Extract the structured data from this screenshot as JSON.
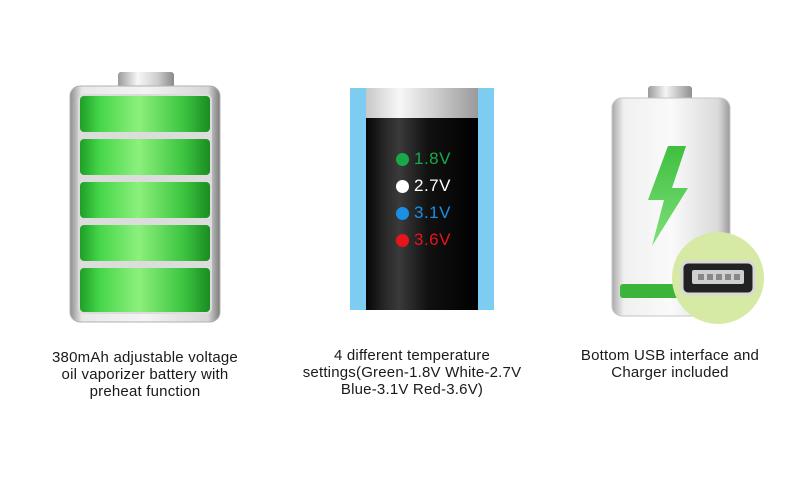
{
  "colors": {
    "green": "#1aa84b",
    "white": "#ffffff",
    "blue": "#1b8fe3",
    "red": "#e8141b",
    "battery_green": "#34c93b",
    "sky": "#7ccdf1"
  },
  "icons": {
    "left": "battery-full-icon",
    "right": "battery-charging-usb-icon",
    "usb": "micro-usb-port-icon",
    "bolt": "lightning-bolt-icon"
  },
  "panels": [
    {
      "caption": [
        "380mAh adjustable voltage",
        "oil vaporizer battery with",
        "preheat function"
      ]
    },
    {
      "caption": [
        "4 different temperature",
        "settings(Green-1.8V White-2.7V",
        "Blue-3.1V Red-3.6V)"
      ],
      "voltages": [
        {
          "label": "1.8V",
          "color": "#1aa84b"
        },
        {
          "label": "2.7V",
          "color": "#ffffff"
        },
        {
          "label": "3.1V",
          "color": "#1b8fe3"
        },
        {
          "label": "3.6V",
          "color": "#e8141b"
        }
      ]
    },
    {
      "caption": [
        "Bottom USB interface and",
        "Charger included"
      ]
    }
  ]
}
